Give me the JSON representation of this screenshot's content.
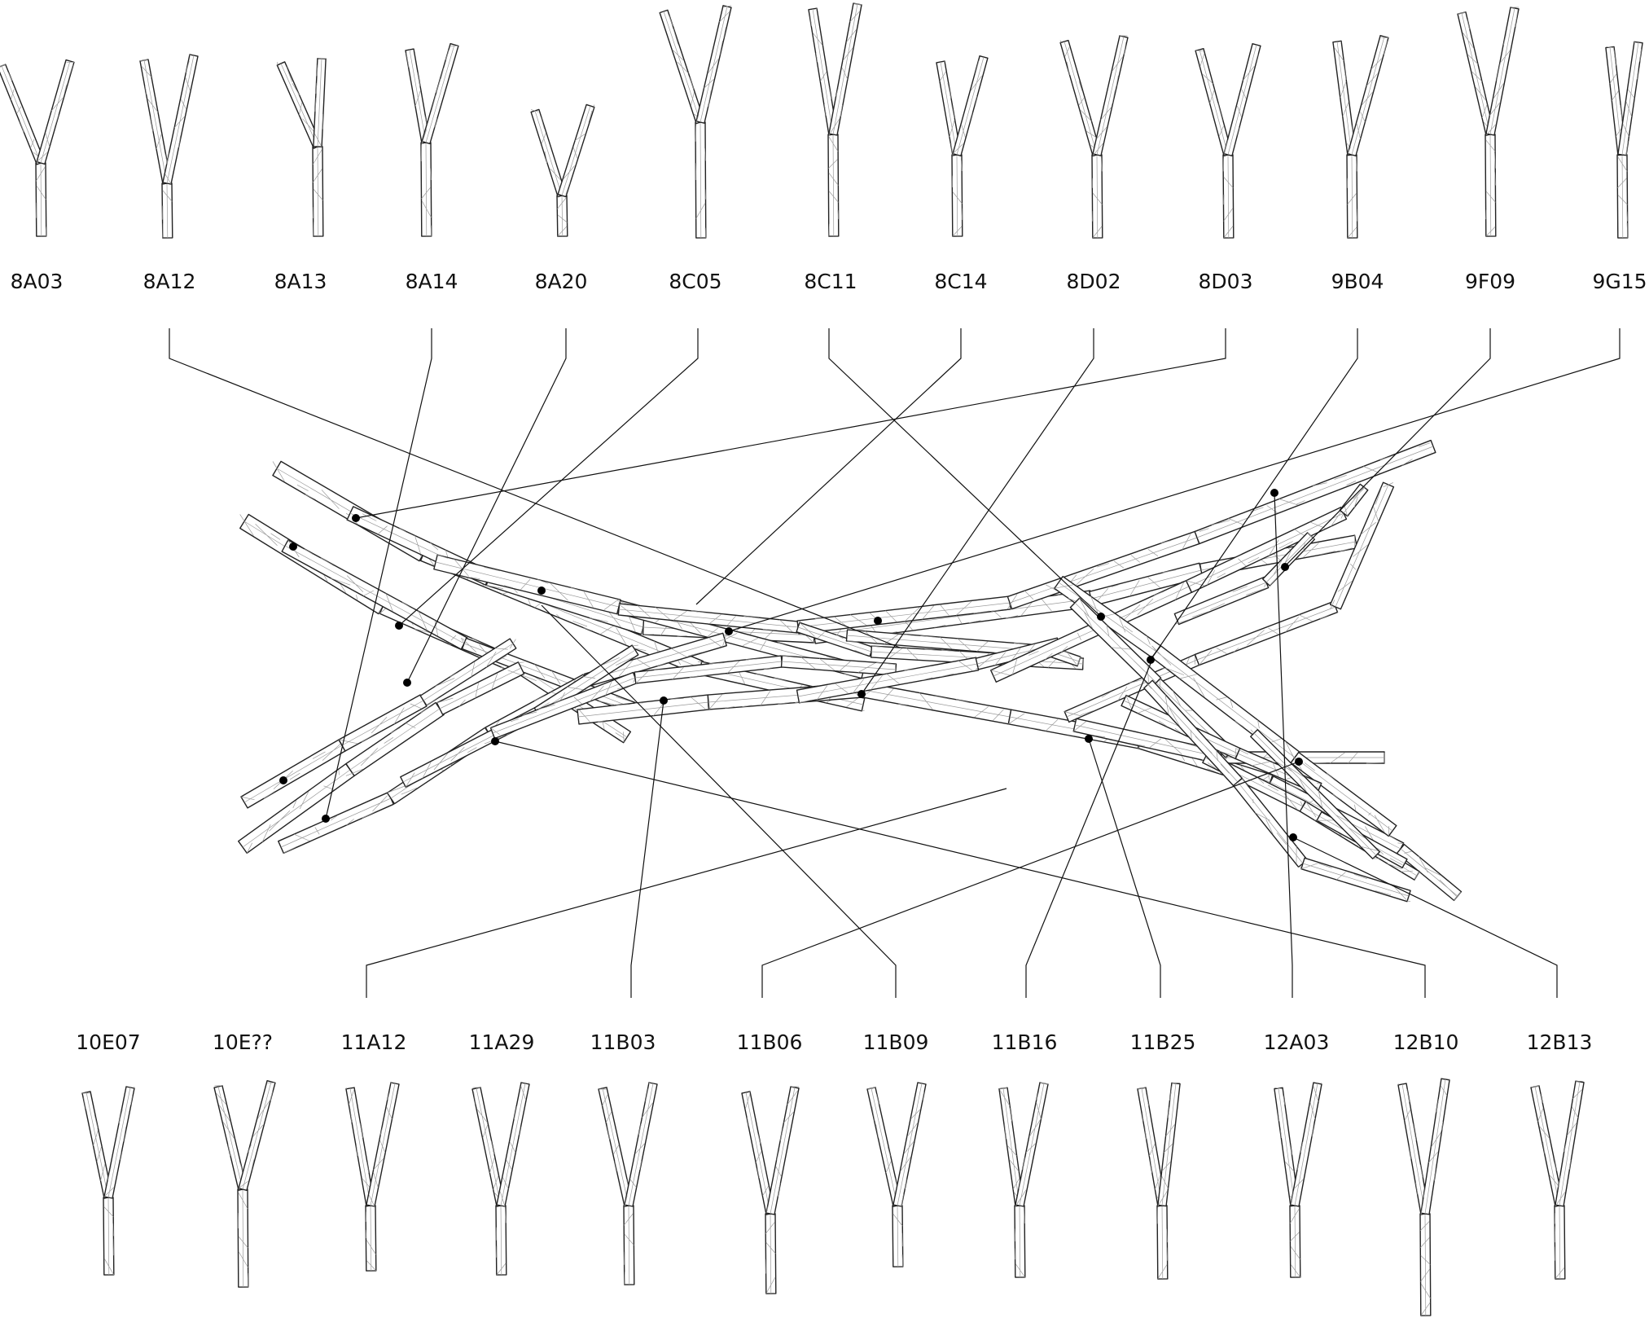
{
  "top_labels": [
    "8A03",
    "8A12",
    "8A13",
    "8A14",
    "8A20",
    "8C05",
    "8C11",
    "8C14",
    "8D02",
    "8D03",
    "9B04",
    "9F09",
    "9G15"
  ],
  "bottom_labels": [
    "10E07",
    "10E??",
    "11A12",
    "11A29",
    "11B03",
    "11B06",
    "11B09",
    "11B16",
    "11B25",
    "12A03",
    "12B10",
    "12B13"
  ],
  "colors": {
    "line": "#111111",
    "dot": "#000000",
    "branch_stroke": "#222222",
    "branch_fill": "#ffffff",
    "mesh": "#9a9a9a"
  }
}
